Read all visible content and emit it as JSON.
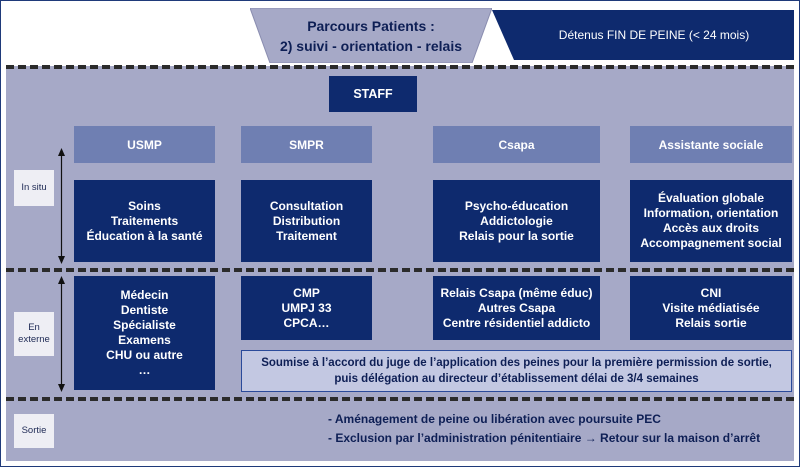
{
  "header": {
    "title_line1": "Parcours Patients :",
    "title_line2": "2) suivi - orientation - relais",
    "subtitle": "Détenus FIN DE PEINE (< 24 mois)"
  },
  "staff": {
    "label": "STAFF"
  },
  "row_labels": {
    "in_situ": "In situ",
    "en_externe_1": "En",
    "en_externe_2": "externe",
    "sortie": "Sortie"
  },
  "columns": {
    "usmp": {
      "title": "USMP",
      "in_situ": [
        "Soins",
        "Traitements",
        "Éducation à la santé"
      ]
    },
    "smpr": {
      "title": "SMPR",
      "in_situ": [
        "Consultation",
        "Distribution",
        "Traitement"
      ]
    },
    "csapa": {
      "title": "Csapa",
      "in_situ": [
        "Psycho-éducation",
        "Addictologie",
        "Relais pour la sortie"
      ]
    },
    "as": {
      "title": "Assistante sociale",
      "in_situ": [
        "Évaluation globale",
        "Information, orientation",
        "Accès aux droits",
        "Accompagnement social"
      ]
    }
  },
  "externe": {
    "usmp": [
      "Médecin",
      "Dentiste",
      "Spécialiste",
      "Examens",
      "CHU ou autre",
      "…"
    ],
    "smpr": [
      "CMP",
      "UMPJ 33",
      "CPCA…"
    ],
    "csapa": [
      "Relais Csapa (même éduc)",
      "Autres Csapa",
      "Centre résidentiel addicto"
    ],
    "as": [
      "CNI",
      "Visite médiatisée",
      "Relais sortie"
    ],
    "note_line1": "Soumise à l’accord du juge de l’application des peines pour la première permission de sortie,",
    "note_line2": "puis délégation au directeur d’établissement délai de 3/4 semaines"
  },
  "sortie": {
    "line1": "- Aménagement de peine ou libération avec poursuite PEC",
    "line2": "- Exclusion par l’administration pénitentiaire → Retour sur la maison d’arrêt"
  },
  "colors": {
    "dark_blue": "#0e2a6e",
    "mid_blue": "#6f7fb2",
    "band": "#a6a9c7",
    "note": "#c3c8e2"
  }
}
